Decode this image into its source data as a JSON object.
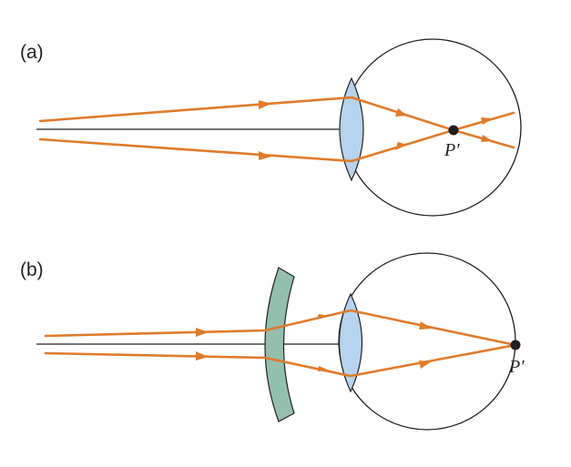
{
  "panels": {
    "a": {
      "label": "(a)",
      "focus_label": "P′"
    },
    "b": {
      "label": "(b)",
      "focus_label": "P′"
    }
  },
  "colors": {
    "ray": "#e07b2a",
    "lens": "#b7d3ee",
    "corrective_lens": "#94bfad",
    "outline": "#231f20",
    "background": "#ffffff"
  },
  "icons": {
    "focus_point": "filled-circle",
    "ray_direction": "arrowhead"
  }
}
